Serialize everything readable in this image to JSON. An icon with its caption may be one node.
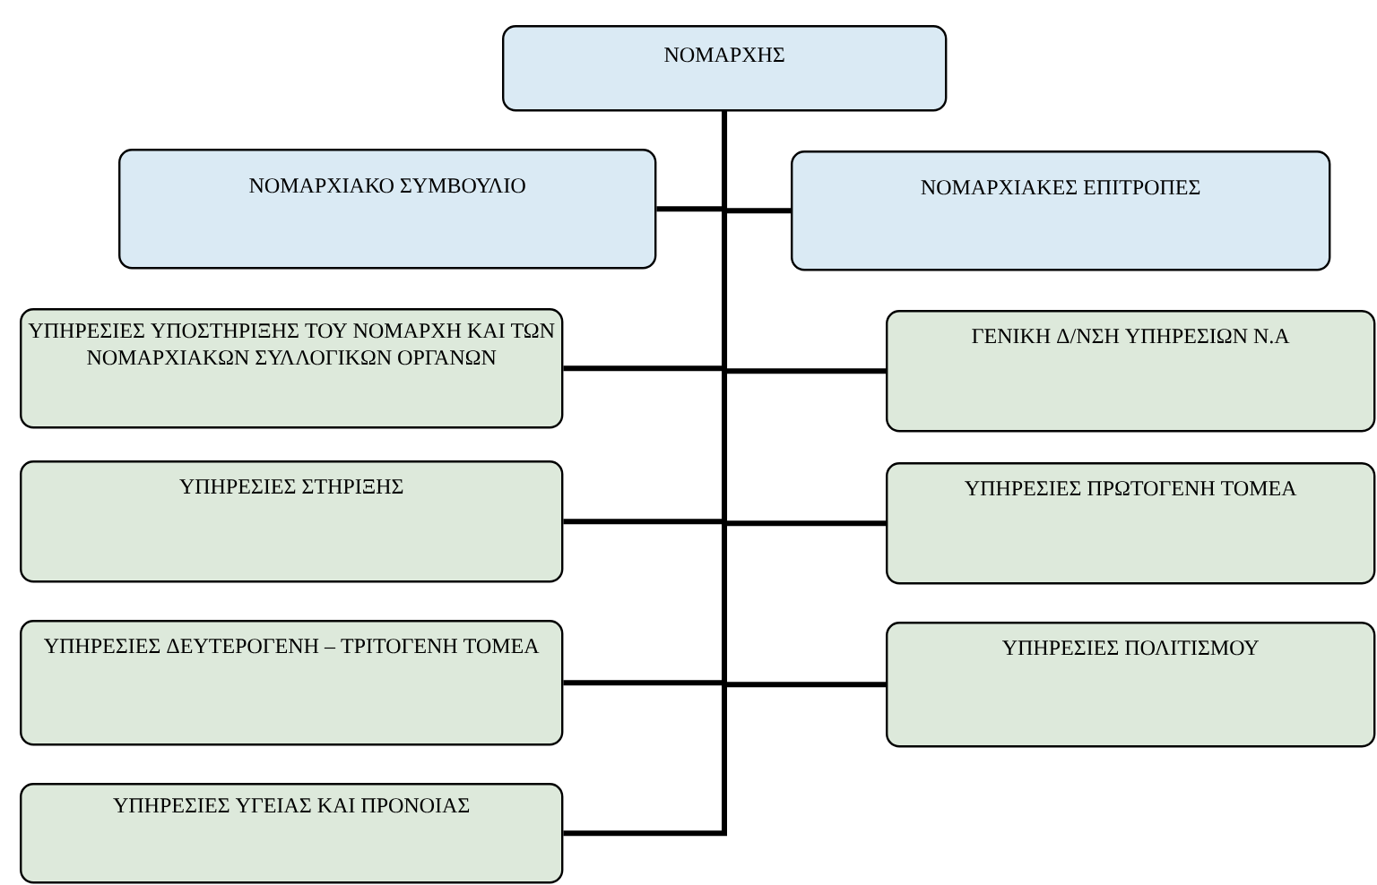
{
  "diagram": {
    "nodes": [
      {
        "text": [
          "ΝΟΜΑΡΧΗΣ"
        ]
      },
      {
        "text": [
          "ΝΟΜΑΡΧΙΑΚΟ ΣΥΜΒΟΥΛΙΟ"
        ]
      },
      {
        "text": [
          "ΝΟΜΑΡΧΙΑΚΕΣ ΕΠΙΤΡΟΠΕΣ"
        ]
      },
      {
        "text": [
          "ΥΠΗΡΕΣΙΕΣ ΥΠΟΣΤΗΡΙΞΗΣ ΤΟΥ ΝΟΜΑΡΧΗ ΚΑΙ ΤΩΝ ΝΟΜΑΡΧΙΑΚΩΝ ΣΥΛΛΟΓΙΚΩΝ ΟΡΓΑΝΩΝ"
        ]
      },
      {
        "text": [
          "ΓΕΝΙΚΗ Δ/ΝΣΗ ΥΠΗΡΕΣΙΩΝ Ν.Α"
        ]
      },
      {
        "text": [
          "ΥΠΗΡΕΣΙΕΣ ΣΤΗΡΙΞΗΣ"
        ]
      },
      {
        "text": [
          "ΥΠΗΡΕΣΙΕΣ ΠΡΩΤΟΓΕΝΗ ΤΟΜΕΑ"
        ]
      },
      {
        "text": [
          "ΥΠΗΡΕΣΙΕΣ ΔΕΥΤΕΡΟΓΕΝΗ – ΤΡΙΤΟΓΕΝΗ ΤΟΜΕΑ"
        ]
      },
      {
        "text": [
          "ΥΠΗΡΕΣΙΕΣ ΠΟΛΙΤΙΣΜΟΥ"
        ]
      },
      {
        "text": [
          "ΥΠΗΡΕΣΙΕΣ ΥΓΕΙΑΣ ΚΑΙ ΠΡΟΝΟΙΑΣ"
        ]
      }
    ],
    "edges": [
      {
        "from": 0,
        "to": 1,
        "arrow": "none"
      },
      {
        "from": 0,
        "to": 2,
        "arrow": "none"
      },
      {
        "from": 0,
        "to": 3,
        "arrow": "none"
      },
      {
        "from": 0,
        "to": 4,
        "arrow": "none"
      },
      {
        "from": 0,
        "to": 5,
        "arrow": "none"
      },
      {
        "from": 0,
        "to": 6,
        "arrow": "none"
      },
      {
        "from": 0,
        "to": 7,
        "arrow": "none"
      },
      {
        "from": 0,
        "to": 8,
        "arrow": "none"
      },
      {
        "from": 0,
        "to": 9,
        "arrow": "none"
      }
    ]
  }
}
